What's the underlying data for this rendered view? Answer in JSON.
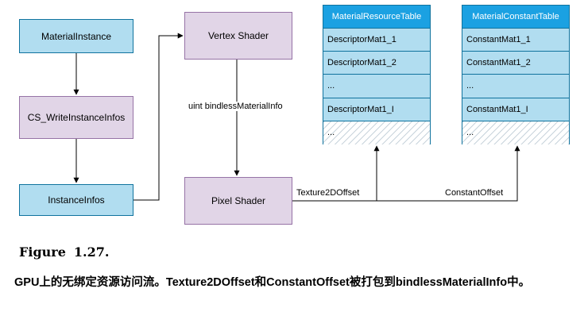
{
  "nodes": {
    "material_instance": "MaterialInstance",
    "cs_write_instance_infos": "CS_WriteInstanceInfos",
    "instance_infos": "InstanceInfos",
    "vertex_shader": "Vertex Shader",
    "pixel_shader": "Pixel Shader"
  },
  "edges": {
    "bindless_info": "uint bindlessMaterialInfo",
    "texture_offset": "Texture2DOffset",
    "constant_offset": "ConstantOffset"
  },
  "resource_table": {
    "title": "MaterialResourceTable",
    "rows": [
      "DescriptorMat1_1",
      "DescriptorMat1_2",
      "...",
      "DescriptorMat1_I",
      "..."
    ]
  },
  "constant_table": {
    "title": "MaterialConstantTable",
    "rows": [
      "ConstantMat1_1",
      "ConstantMat1_2",
      "...",
      "ConstantMat1_I",
      "..."
    ]
  },
  "figure": {
    "label": "Figure",
    "number": "1.27.",
    "caption": "GPU上的无绑定资源访问流。Texture2DOffset和ConstantOffset被打包到bindlessMaterialInfo中。"
  },
  "colors": {
    "blue_fill": "#b1ddf0",
    "blue_stroke": "#10739e",
    "purple_fill": "#e1d5e7",
    "purple_stroke": "#9673a6",
    "table_header": "#1ba1e2"
  }
}
